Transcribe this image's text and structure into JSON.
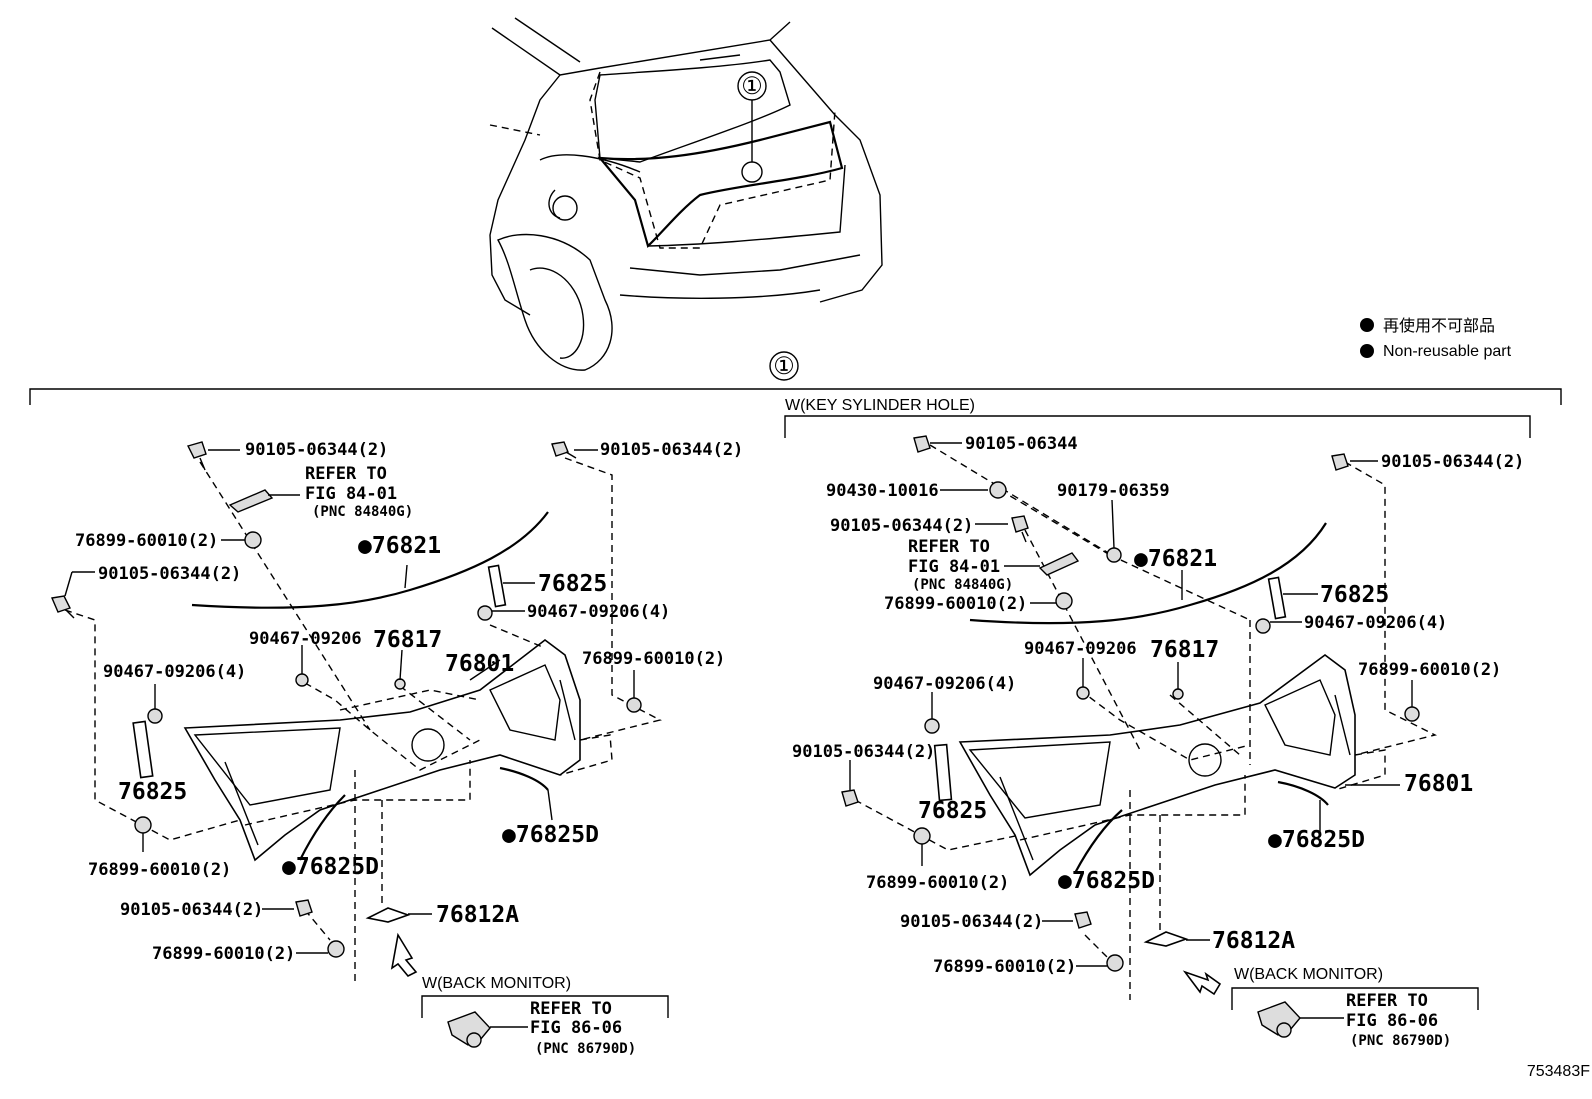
{
  "figure_id": "753483F",
  "callout_symbol": "①",
  "legend": {
    "items": [
      {
        "bullet": "●",
        "text": "再使用不可部品"
      },
      {
        "bullet": "●",
        "text": "Non-reusable part"
      }
    ]
  },
  "left_panel": {
    "labels": {
      "bolt_top_a": "90105-06344(2)",
      "refer_84_line1": "REFER TO",
      "refer_84_line2": "FIG 84-01",
      "refer_84_pnc": "(PNC 84840G)",
      "bolt_top_b": "90105-06344(2)",
      "clip_a": "76899-60010(2)",
      "strip_76821": "●76821",
      "bolt_left": "90105-06344(2)",
      "part_76825_top": "76825",
      "clip_90467_4_right": "90467-09206(4)",
      "clip_90467": "90467-09206",
      "part_76817": "76817",
      "part_76801": "76801",
      "clip_b_right": "76899-60010(2)",
      "clip_90467_4_left": "90467-09206(4)",
      "part_76825_left": "76825",
      "part_76825D_right": "●76825D",
      "part_76825D_mid": "●76825D",
      "clip_c": "76899-60010(2)",
      "bolt_bottom": "90105-06344(2)",
      "part_76812A": "76812A",
      "clip_d": "76899-60010(2)",
      "back_monitor_title": "W(BACK MONITOR)",
      "refer_86_line1": "REFER TO",
      "refer_86_line2": "FIG 86-06",
      "refer_86_pnc": "(PNC 86790D)"
    }
  },
  "right_panel": {
    "group_title": "W(KEY SYLINDER HOLE)",
    "labels": {
      "bolt_top": "90105-06344",
      "nut_90430": "90430-10016",
      "bolt_right_top": "90105-06344(2)",
      "nut_90179": "90179-06359",
      "bolt_mid": "90105-06344(2)",
      "refer_84_line1": "REFER TO",
      "refer_84_line2": "FIG 84-01",
      "refer_84_pnc": "(PNC 84840G)",
      "strip_76821": "●76821",
      "part_76825_right": "76825",
      "clip_a": "76899-60010(2)",
      "clip_90467_4_right": "90467-09206(4)",
      "clip_90467": "90467-09206",
      "part_76817": "76817",
      "clip_b_right": "76899-60010(2)",
      "clip_90467_4_left": "90467-09206(4)",
      "bolt_left": "90105-06344(2)",
      "part_76801": "76801",
      "part_76825_left": "76825",
      "part_76825D_right": "●76825D",
      "part_76825D_mid": "●76825D",
      "clip_c": "76899-60010(2)",
      "bolt_bottom": "90105-06344(2)",
      "part_76812A": "76812A",
      "clip_d": "76899-60010(2)",
      "back_monitor_title": "W(BACK MONITOR)",
      "refer_86_line1": "REFER TO",
      "refer_86_line2": "FIG 86-06",
      "refer_86_pnc": "(PNC 86790D)"
    }
  }
}
